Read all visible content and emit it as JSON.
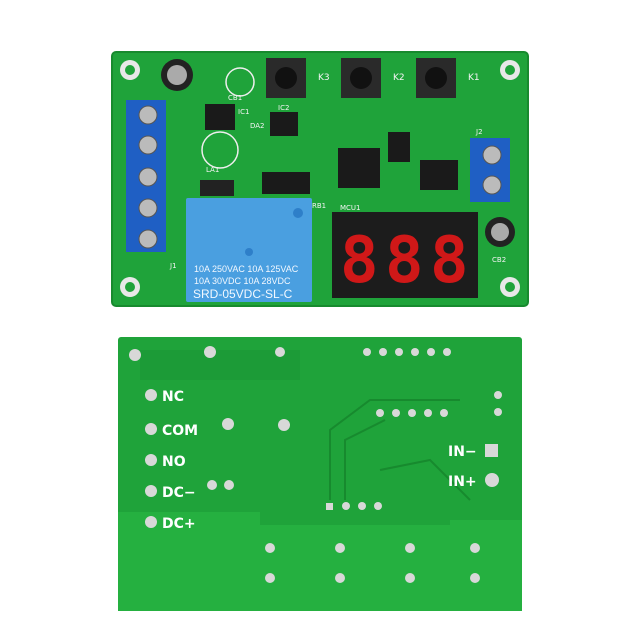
{
  "top_board": {
    "buttons": [
      "K3",
      "K2",
      "K1"
    ],
    "silkscreen": [
      "IC2",
      "IC1",
      "CB1",
      "J1",
      "J2",
      "RB1",
      "CB2",
      "MCU1",
      "LA1",
      "DA2"
    ],
    "relay": {
      "line1": "10A 250VAC  10A 125VAC",
      "line2": "10A  30VDC  10A  28VDC",
      "model": "SRD-05VDC-SL-C"
    },
    "display": {
      "digits": [
        "8",
        "8",
        "8"
      ],
      "color": "#d01818"
    }
  },
  "bottom_board": {
    "left_labels": [
      "NC",
      "COM",
      "NO",
      "DC−",
      "DC+"
    ],
    "right_labels": [
      "IN−",
      "IN+"
    ]
  },
  "colors": {
    "pcb": "#1fa33a",
    "relay": "#4a9fe0",
    "terminal": "#1f5fc4"
  }
}
